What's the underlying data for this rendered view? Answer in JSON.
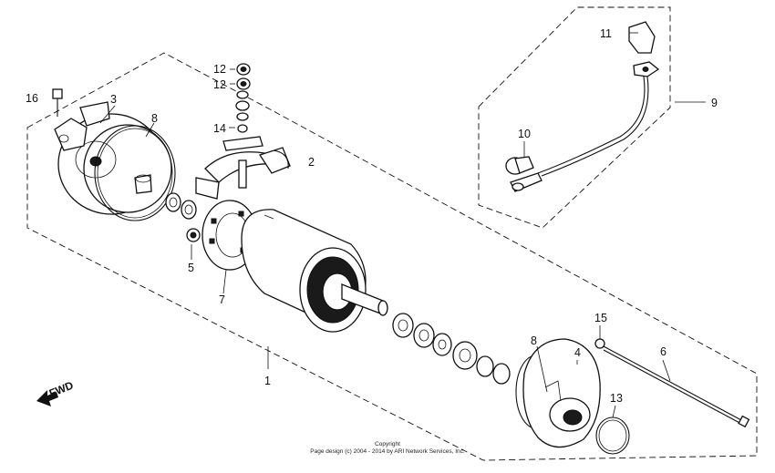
{
  "diagram": {
    "callouts": [
      {
        "id": "c16",
        "label": "16"
      },
      {
        "id": "c3",
        "label": "3"
      },
      {
        "id": "c8a",
        "label": "8"
      },
      {
        "id": "c12a",
        "label": "12"
      },
      {
        "id": "c12b",
        "label": "12"
      },
      {
        "id": "c14",
        "label": "14"
      },
      {
        "id": "c2",
        "label": "2"
      },
      {
        "id": "c5",
        "label": "5"
      },
      {
        "id": "c7",
        "label": "7"
      },
      {
        "id": "c1",
        "label": "1"
      },
      {
        "id": "c11",
        "label": "11"
      },
      {
        "id": "c9",
        "label": "9"
      },
      {
        "id": "c10",
        "label": "10"
      },
      {
        "id": "c15",
        "label": "15"
      },
      {
        "id": "c8b",
        "label": "8"
      },
      {
        "id": "c4",
        "label": "4"
      },
      {
        "id": "c6",
        "label": "6"
      },
      {
        "id": "c13",
        "label": "13"
      }
    ],
    "direction_label": "FWD",
    "copyright_line1": "Copyright",
    "copyright_line2": "Page design (c) 2004 - 2014 by ARI Network Services, Inc."
  }
}
